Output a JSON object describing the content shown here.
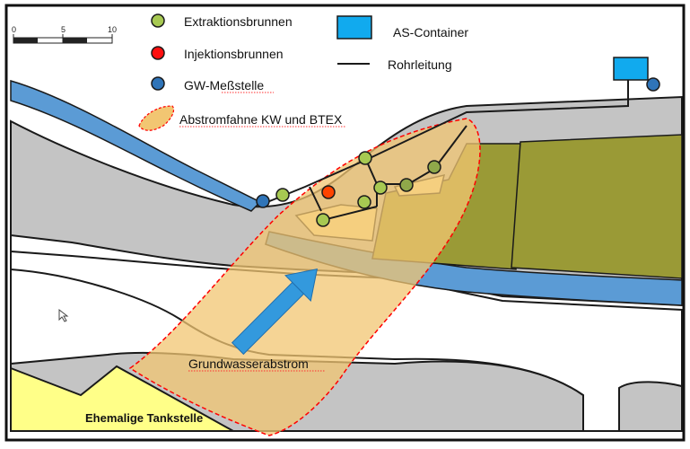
{
  "legend": {
    "extraction_label": "Extraktionsbrunnen",
    "injection_label": "Injektionsbrunnen",
    "gw_label": "GW-Meßstelle",
    "plume_label": "Abstromfahne KW und BTEX",
    "container_label": "AS-Container",
    "pipe_label": "Rohrleitung"
  },
  "scalebar": {
    "ticks": [
      "0",
      "5",
      "10"
    ]
  },
  "map_labels": {
    "flow_label": "Grundwasserabstrom",
    "site_label": "Ehemalige Tankstelle"
  },
  "colors": {
    "extraction": "#a7c952",
    "injection": "#ff4400",
    "gw": "#2f74b8",
    "plume_fill": "#f2c672",
    "plume_edge": "#ff0000",
    "container": "#11aaee",
    "river": "#5b9bd5",
    "road": "#c4c4c4",
    "field": "#9a9a36",
    "site": "#ffff88",
    "arrow": "#3399dd"
  }
}
